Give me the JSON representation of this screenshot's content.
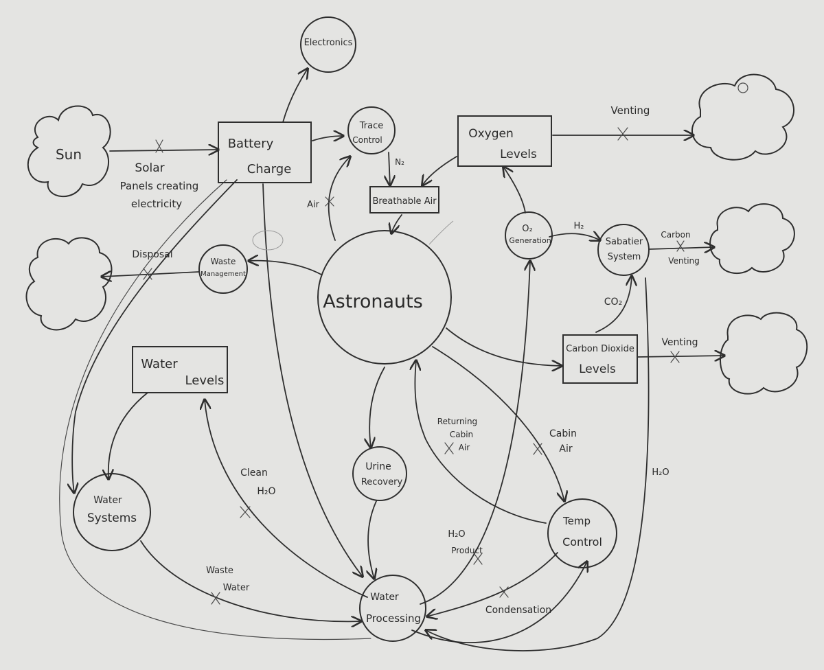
{
  "diagram": {
    "nodes": {
      "sun": "Sun",
      "battery_charge_1": "Battery",
      "battery_charge_2": "Charge",
      "electronics": "Electronics",
      "trace_control_1": "Trace",
      "trace_control_2": "Control",
      "oxygen_levels_1": "Oxygen",
      "oxygen_levels_2": "Levels",
      "breathable_air": "Breathable Air",
      "o2_generation_1": "O₂",
      "o2_generation_2": "Generation",
      "sabatier_system_1": "Sabatier",
      "sabatier_system_2": "System",
      "waste_management_1": "Waste",
      "waste_management_2": "Management",
      "astronauts": "Astronauts",
      "carbon_dioxide_levels_1": "Carbon Dioxide",
      "carbon_dioxide_levels_2": "Levels",
      "water_levels_1": "Water",
      "water_levels_2": "Levels",
      "water_systems_1": "Water",
      "water_systems_2": "Systems",
      "urine_recovery_1": "Urine",
      "urine_recovery_2": "Recovery",
      "temp_control_1": "Temp",
      "temp_control_2": "Control",
      "water_processing_1": "Water",
      "water_processing_2": "Processing"
    },
    "flow_labels": {
      "solar_1": "Solar",
      "solar_2": "Panels creating",
      "solar_3": "electricity",
      "n2": "N₂",
      "air": "Air",
      "venting_oxygen": "Venting",
      "h2": "H₂",
      "carbon_venting_1": "Carbon",
      "carbon_venting_2": "Venting",
      "disposal": "Disposal",
      "co2": "CO₂",
      "venting_co2": "Venting",
      "returning_cabin_air_1": "Returning",
      "returning_cabin_air_2": "Cabin",
      "returning_cabin_air_3": "Air",
      "cabin_air_1": "Cabin",
      "cabin_air_2": "Air",
      "h2o_right": "H₂O",
      "clean_h2o_1": "Clean",
      "clean_h2o_2": "H₂O",
      "h2o_product_1": "H₂O",
      "h2o_product_2": "Product",
      "waste_water_1": "Waste",
      "waste_water_2": "Water",
      "condensation": "Condensation"
    }
  },
  "colors": {
    "ink": "#2e2e2e",
    "paper": "#e4e4e2"
  }
}
